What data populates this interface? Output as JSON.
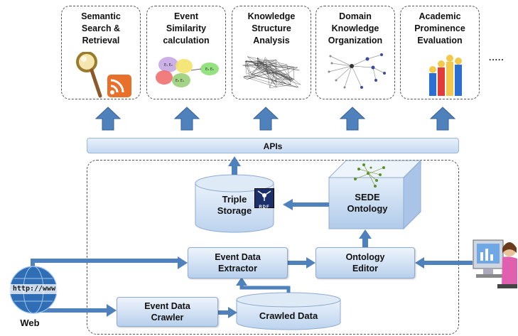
{
  "cards": [
    {
      "title": "Semantic\nSearch &\nRetrieval",
      "icon": "magnifier-rss-icon"
    },
    {
      "title": "Event\nSimilarity\ncalculation",
      "icon": "event-cluster-icon"
    },
    {
      "title": "Knowledge\nStructure\nAnalysis",
      "icon": "network-graph-icon"
    },
    {
      "title": "Domain\nKnowledge\nOrganization",
      "icon": "knowledge-tree-icon"
    },
    {
      "title": "Academic\nProminence\nEvaluation",
      "icon": "people-chart-icon"
    }
  ],
  "ellipsis": ".....",
  "apis_label": "APIs",
  "nodes": {
    "triple_storage": "Triple\nStorage",
    "rdf_badge": "RDF",
    "sede_ontology": "SEDE\nOntology",
    "event_data_extractor": "Event Data\nExtractor",
    "ontology_editor": "Ontology\nEditor",
    "event_data_crawler": "Event Data\nCrawler",
    "crawled_data": "Crawled Data"
  },
  "web": {
    "label": "Web",
    "globe_text": "http://www"
  },
  "colors": {
    "arrow": "#4f81bd",
    "arrow_dark": "#365f91",
    "box_top": "#eef4fc",
    "box_bottom": "#b8d0ec"
  }
}
